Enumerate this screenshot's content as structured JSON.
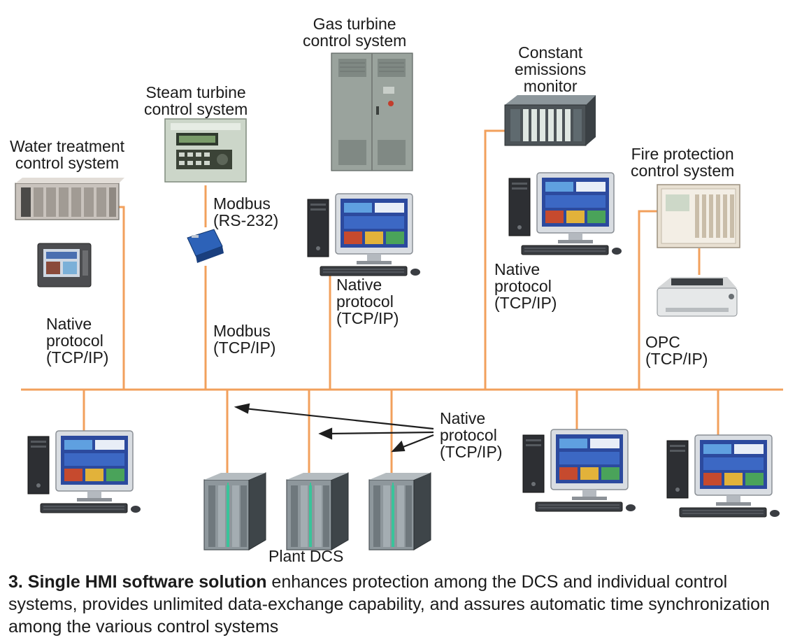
{
  "colors": {
    "network": "#f2a05c",
    "arrow": "#1e1e1e",
    "monitor_frame": "#d9dde2",
    "screen_blue": "#2c4a9e",
    "rack_grey": "#8e979c",
    "cabinet_grey": "#9aa39d"
  },
  "labels": {
    "water": [
      "Water treatment",
      "control system"
    ],
    "steam": [
      "Steam turbine",
      "control system"
    ],
    "gas": [
      "Gas turbine",
      "control system"
    ],
    "cem": [
      "Constant",
      "emissions",
      "monitor"
    ],
    "fire": [
      "Fire protection",
      "control system"
    ],
    "modbus_rs232": [
      "Modbus",
      "(RS-232)"
    ],
    "modbus_tcp": [
      "Modbus",
      "(TCP/IP)"
    ],
    "native_water": [
      "Native",
      "protocol",
      "(TCP/IP)"
    ],
    "native_gas": [
      "Native",
      "protocol",
      "(TCP/IP)"
    ],
    "native_cem": [
      "Native",
      "protocol",
      "(TCP/IP)"
    ],
    "opc": [
      "OPC",
      "(TCP/IP)"
    ],
    "native_dcs": [
      "Native",
      "protocol",
      "(TCP/IP)"
    ],
    "plant_dcs": "Plant DCS"
  },
  "icons": {
    "plc_rack": "plc-rack-icon",
    "touch_panel": "touch-panel-icon",
    "steam_controller": "steam-controller-icon",
    "serial_converter": "serial-converter-icon",
    "gas_cabinet": "gas-turbine-cabinet-icon",
    "workstation": "hmi-workstation-icon",
    "printer": "printer-icon",
    "fire_panel": "fire-panel-icon",
    "dcs_cabinet": "dcs-cabinet-icon"
  },
  "caption": {
    "bold": "3. Single HMI software solution",
    "text": " enhances protection among the DCS and individual control systems, provides unlimited data-exchange capability, and assures automatic time synchronization among the various control systems"
  }
}
